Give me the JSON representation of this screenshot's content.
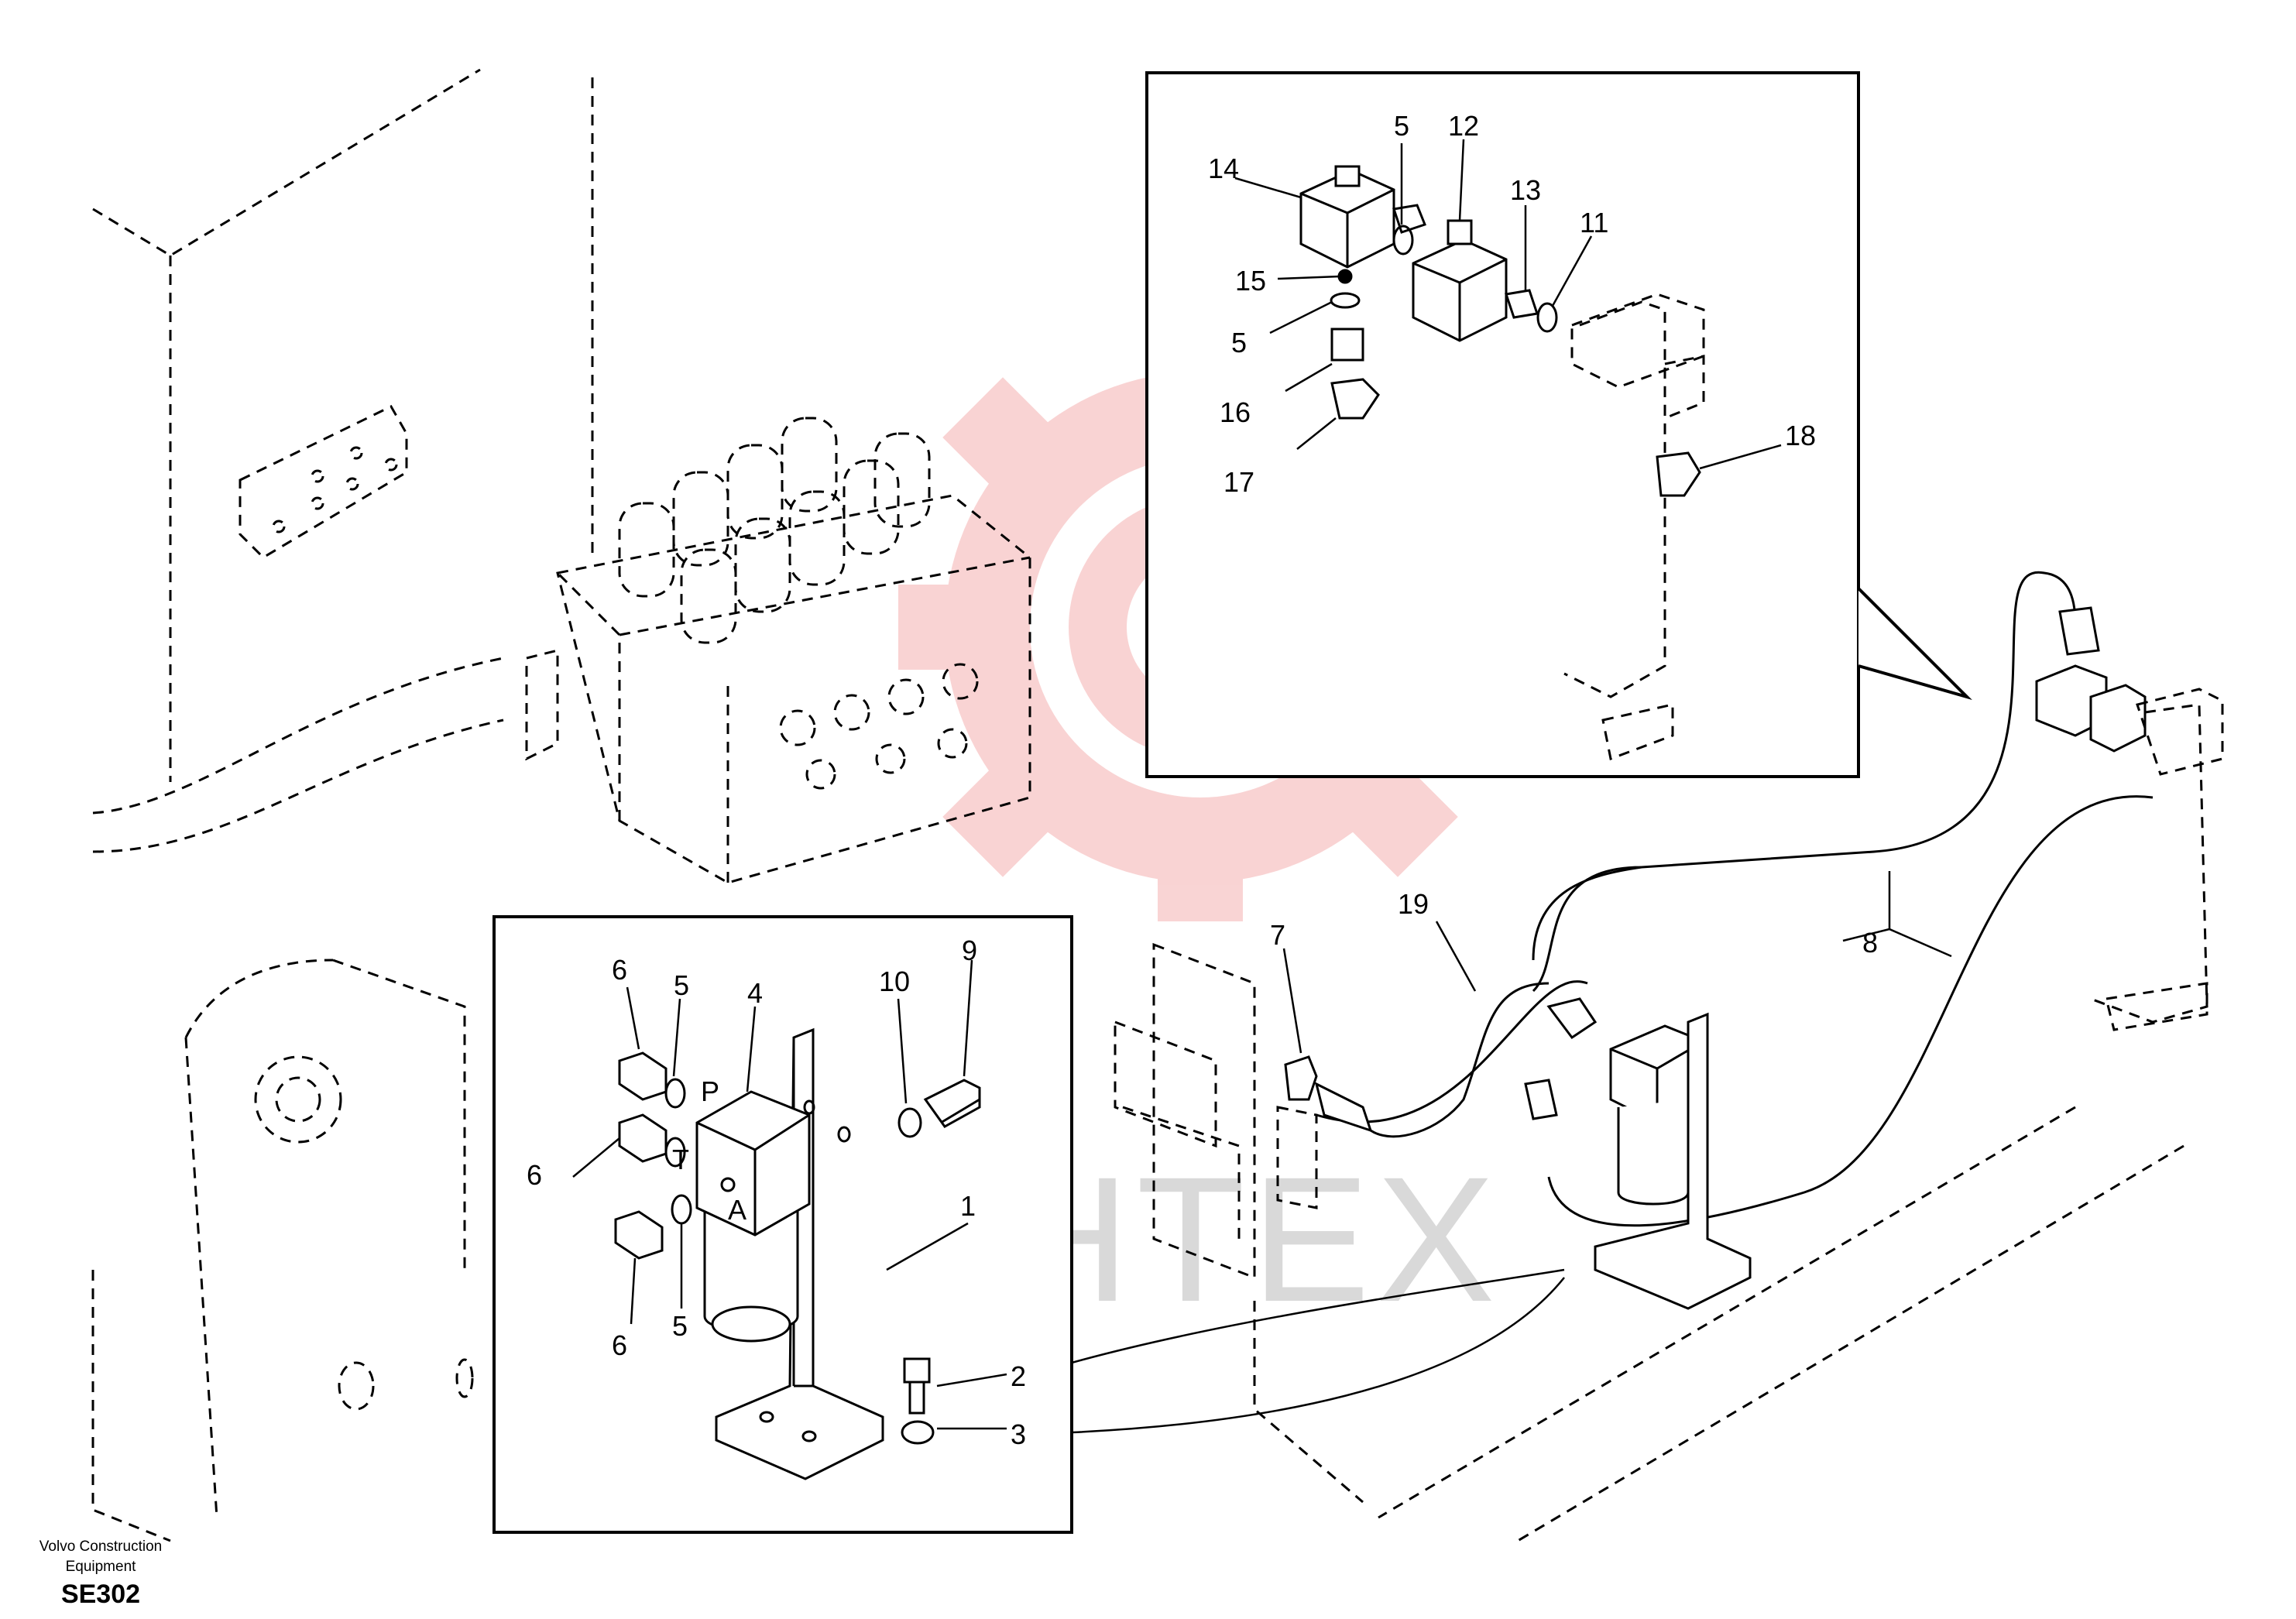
{
  "footer": {
    "company": "Volvo Construction Equipment",
    "code": "SE302"
  },
  "watermark": {
    "text": "ИНТЕХ",
    "color": "#f2a0a0"
  },
  "callouts": [
    {
      "id": "c14",
      "text": "14"
    },
    {
      "id": "c5a",
      "text": "5"
    },
    {
      "id": "c12",
      "text": "12"
    },
    {
      "id": "c13",
      "text": "13"
    },
    {
      "id": "c11",
      "text": "11"
    },
    {
      "id": "c15",
      "text": "15"
    },
    {
      "id": "c5b",
      "text": "5"
    },
    {
      "id": "c16",
      "text": "16"
    },
    {
      "id": "c17",
      "text": "17"
    },
    {
      "id": "c18",
      "text": "18"
    },
    {
      "id": "c6a",
      "text": "6"
    },
    {
      "id": "c5c",
      "text": "5"
    },
    {
      "id": "c4",
      "text": "4"
    },
    {
      "id": "c10",
      "text": "10"
    },
    {
      "id": "c9",
      "text": "9"
    },
    {
      "id": "c6b",
      "text": "6"
    },
    {
      "id": "c1",
      "text": "1"
    },
    {
      "id": "c6c",
      "text": "6"
    },
    {
      "id": "c5d",
      "text": "5"
    },
    {
      "id": "c2",
      "text": "2"
    },
    {
      "id": "c3",
      "text": "3"
    },
    {
      "id": "c7",
      "text": "7"
    },
    {
      "id": "c19",
      "text": "19"
    },
    {
      "id": "c8",
      "text": "8"
    }
  ],
  "port_labels": [
    {
      "id": "pP",
      "text": "P"
    },
    {
      "id": "pT",
      "text": "T"
    },
    {
      "id": "pA",
      "text": "A"
    }
  ]
}
